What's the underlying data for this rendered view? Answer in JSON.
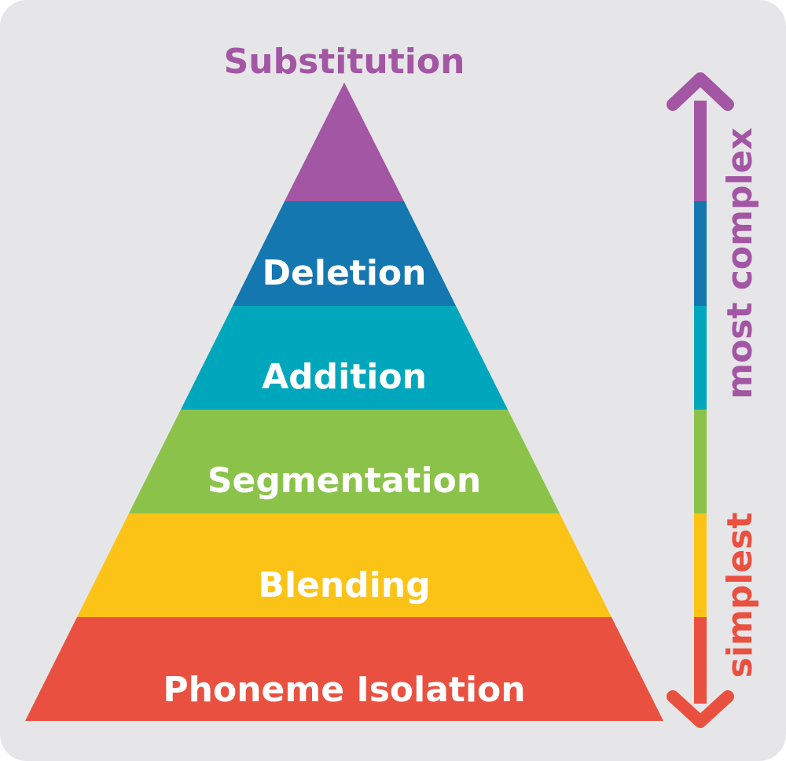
{
  "title": "Substitution",
  "levels": [
    {
      "label": "",
      "color": "#a356a3"
    },
    {
      "label": "Deletion",
      "color": "#1577b0"
    },
    {
      "label": "Addition",
      "color": "#00a7bc"
    },
    {
      "label": "Segmentation",
      "color": "#8bc34a"
    },
    {
      "label": "Blending",
      "color": "#fbc315"
    },
    {
      "label": "Phoneme Isolation",
      "color": "#ea5040"
    }
  ],
  "scale": {
    "top_label": "most complex",
    "bottom_label": "simplest",
    "top_color": "#a356a3",
    "bottom_color": "#ea5040",
    "segment_colors": [
      "#a356a3",
      "#1577b0",
      "#00a7bc",
      "#8bc34a",
      "#fbc315",
      "#ea5040"
    ]
  }
}
